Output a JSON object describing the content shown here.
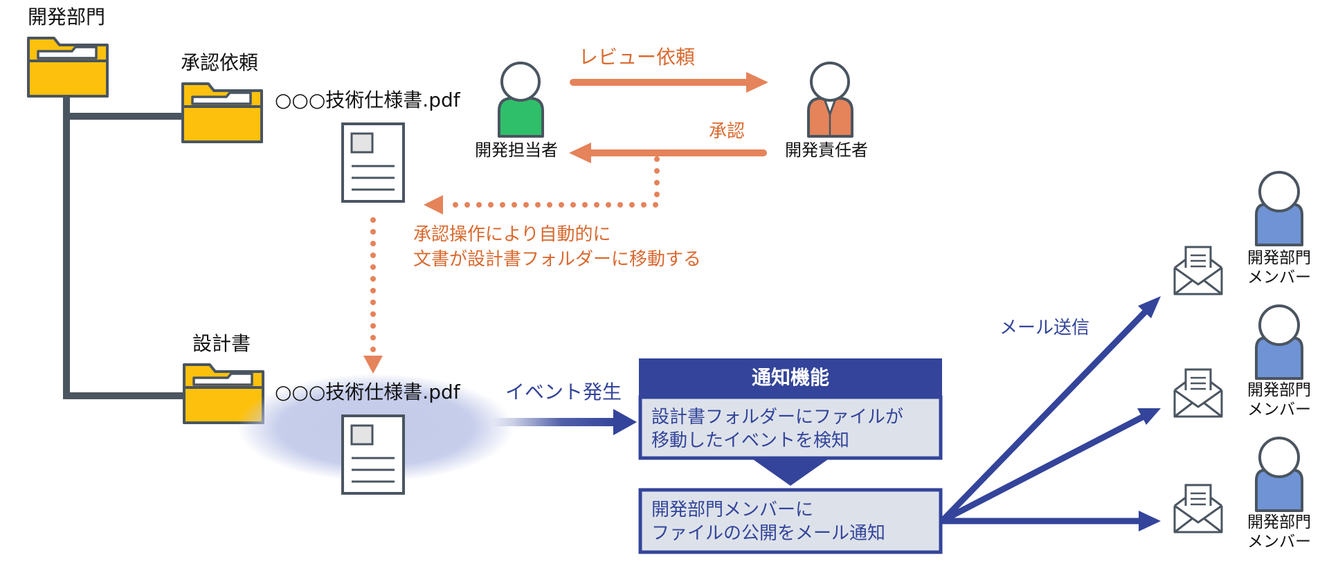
{
  "tree": {
    "root_folder": "開発部門",
    "approval_folder": "承認依頼",
    "design_folder": "設計書"
  },
  "documents": {
    "pending_file": "○○○技術仕様書.pdf",
    "moved_file": "○○○技術仕様書.pdf"
  },
  "people": {
    "developer": "開発担当者",
    "manager": "開発責任者",
    "members": [
      {
        "line1": "開発部門",
        "line2": "メンバー"
      },
      {
        "line1": "開発部門",
        "line2": "メンバー"
      },
      {
        "line1": "開発部門",
        "line2": "メンバー"
      }
    ]
  },
  "flows": {
    "review_request": "レビュー依頼",
    "approval": "承認",
    "auto_move_line1": "承認操作により自動的に",
    "auto_move_line2": "文書が設計書フォルダーに移動する",
    "event_occurs": "イベント発生",
    "mail_send": "メール送信"
  },
  "notification": {
    "title": "通知機能",
    "detect_line1": "設計書フォルダーにファイルが",
    "detect_line2": "移動したイベントを検知",
    "notify_line1": "開発部門メンバーに",
    "notify_line2": "ファイルの公開をメール通知"
  },
  "colors": {
    "folder_fill": "#fdc10d",
    "outline": "#4a5560",
    "orange": "#e5835a",
    "orange_text": "#d9692f",
    "navy": "#33449a",
    "developer_body": "#2fbf6a",
    "manager_body": "#e5835a",
    "member_body": "#6f93d5",
    "panel_fill": "#dde2ea",
    "glow": "#c3cbea"
  }
}
